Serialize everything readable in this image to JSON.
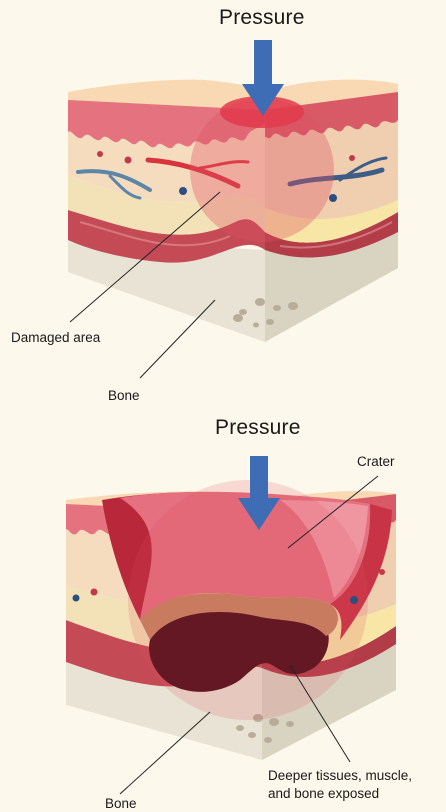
{
  "top_diagram": {
    "title": "Pressure",
    "labels": {
      "damaged_area": "Damaged area",
      "bone": "Bone"
    }
  },
  "bottom_diagram": {
    "title": "Pressure",
    "labels": {
      "crater": "Crater",
      "deeper_line1": "Deeper tissues, muscle,",
      "deeper_line2": "and bone exposed",
      "bone": "Bone"
    }
  },
  "colors": {
    "background": "#fdf8ec",
    "arrow": "#3e6db5",
    "skin": "#f5d7b0",
    "dermis_red": "#d9485a",
    "crater_red": "#c9303f",
    "muscle": "#c44b55",
    "fat": "#f3e2b8",
    "bone": "#e6e1d3"
  }
}
